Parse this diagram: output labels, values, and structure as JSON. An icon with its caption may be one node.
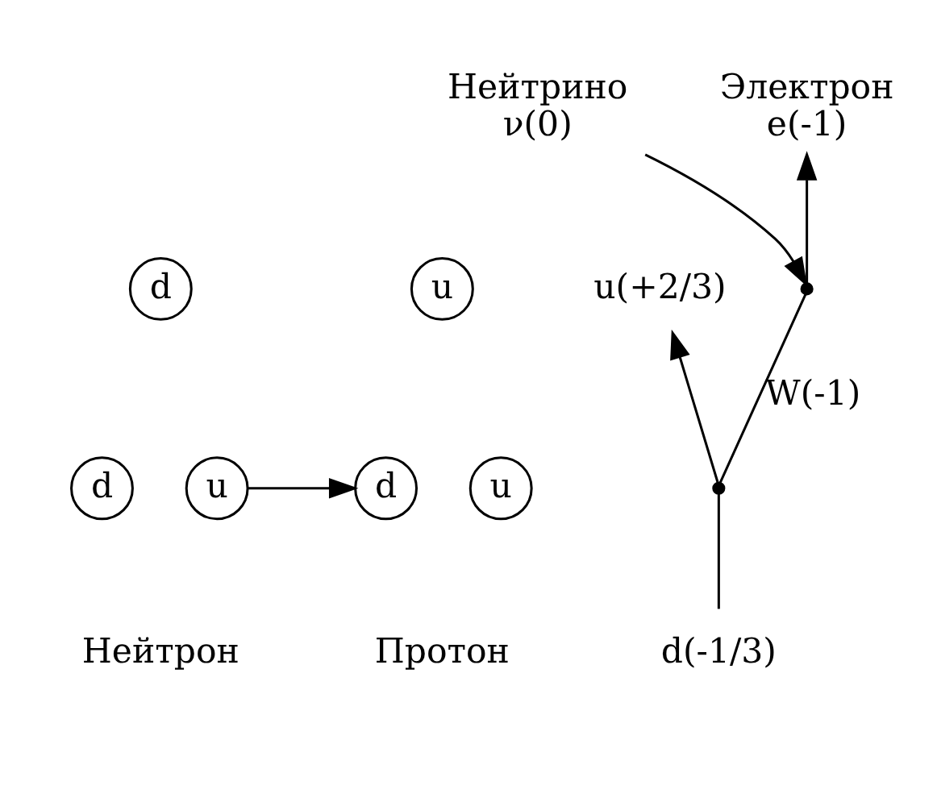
{
  "diagram": {
    "nodes": [
      {
        "text": [
          "u(+2/3)"
        ]
      },
      {
        "text": [
          "Нейтрино",
          "ν(0)"
        ]
      },
      {
        "text": [
          "Электрон",
          "e(-1)"
        ]
      },
      {
        "text": [],
        "shape": "point"
      },
      {
        "text": [],
        "shape": "point"
      },
      {
        "text": [
          "d(-1/3)"
        ]
      },
      {
        "text": [
          "d"
        ]
      },
      {
        "text": [
          "d"
        ]
      },
      {
        "text": [
          "u"
        ]
      },
      {
        "text": [
          "u"
        ]
      },
      {
        "text": [
          "d"
        ]
      },
      {
        "text": [
          "u"
        ]
      }
    ],
    "edges": [
      {
        "from": 5,
        "to": 4,
        "arrow": "none"
      },
      {
        "from": 4,
        "to": 0,
        "arrow": "to"
      },
      {
        "from": 4,
        "to": 3,
        "arrow": "none",
        "label": "W(-1)"
      },
      {
        "from": 1,
        "to": 3,
        "arrow": "to"
      },
      {
        "from": 3,
        "to": 2,
        "arrow": "to"
      },
      {
        "from": 8,
        "to": 10,
        "arrow": "to"
      }
    ],
    "labels": [
      "Нейтрон",
      "Протон"
    ]
  }
}
